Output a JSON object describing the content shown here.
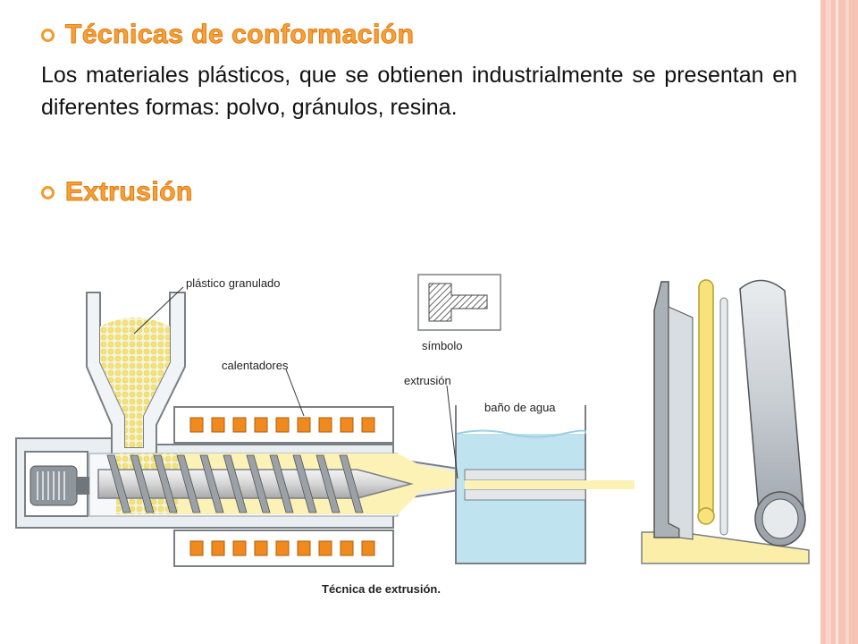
{
  "slide": {
    "section1_title": "Técnicas de conformación",
    "paragraph": "Los materiales plásticos, que se obtienen industrialmente se presentan en diferentes formas: polvo, gránulos, resina.",
    "section2_title": "Extrusión"
  },
  "diagram": {
    "labels": {
      "granules": "plástico granulado",
      "heaters": "calentadores",
      "symbol": "símbolo",
      "extrusion": "extrusión",
      "water_bath": "baño de agua"
    },
    "caption": "Técnica de extrusión."
  },
  "colors": {
    "accent": "#f7a13a",
    "heater": "#f08a1e",
    "water": "#bfe3ef",
    "plastic": "#fbeea8"
  }
}
